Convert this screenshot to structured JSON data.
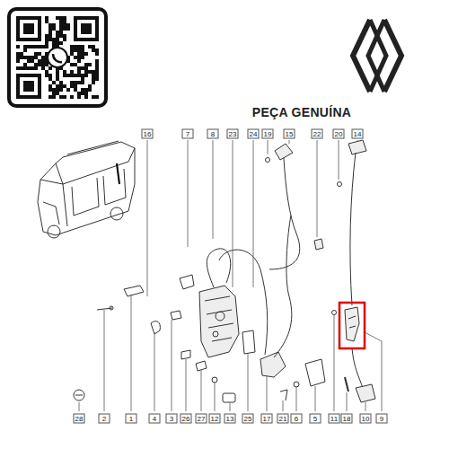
{
  "diagram": {
    "labels": [
      "PEÇA GENUÍNA",
      "16",
      "7",
      "8",
      "23",
      "24",
      "19",
      "15",
      "22",
      "20",
      "14",
      "28",
      "2",
      "1",
      "4",
      "3",
      "26",
      "27",
      "12",
      "13",
      "25",
      "17",
      "21",
      "6",
      "5",
      "11",
      "18",
      "10",
      "9"
    ]
  }
}
